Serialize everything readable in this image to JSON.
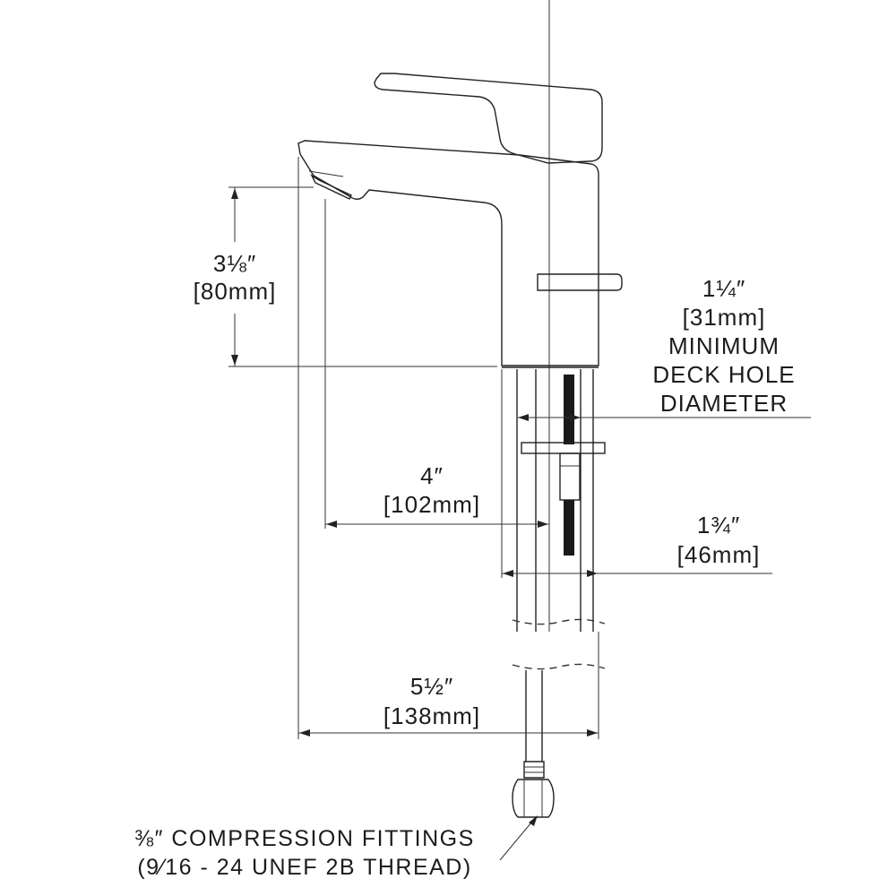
{
  "dimensions": {
    "spout_height": {
      "imperial": "3⅛″",
      "metric": "[80mm]"
    },
    "deck_hole": {
      "imperial": "1¼″",
      "metric": "[31mm]",
      "line1": "MINIMUM",
      "line2": "DECK HOLE",
      "line3": "DIAMETER"
    },
    "spout_reach": {
      "imperial": "4″",
      "metric": "[102mm]"
    },
    "base_diameter": {
      "imperial": "1¾″",
      "metric": "[46mm]"
    },
    "overall_depth": {
      "imperial": "5½″",
      "metric": "[138mm]"
    }
  },
  "fittings": {
    "line1": "⅜″ COMPRESSION FITTINGS",
    "line2": "(9⁄16 - 24 UNEF 2B THREAD)"
  }
}
